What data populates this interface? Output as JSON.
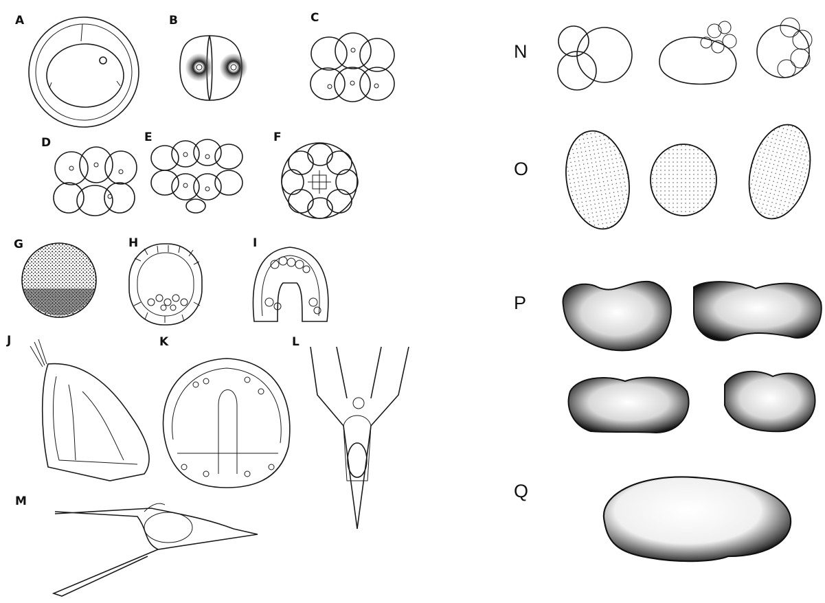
{
  "figure": {
    "left_panel_labels": [
      "A",
      "B",
      "C",
      "D",
      "E",
      "F",
      "G",
      "H",
      "I",
      "J",
      "K",
      "L",
      "M"
    ],
    "right_panel_labels": [
      "N",
      "O",
      "P",
      "Q"
    ]
  }
}
